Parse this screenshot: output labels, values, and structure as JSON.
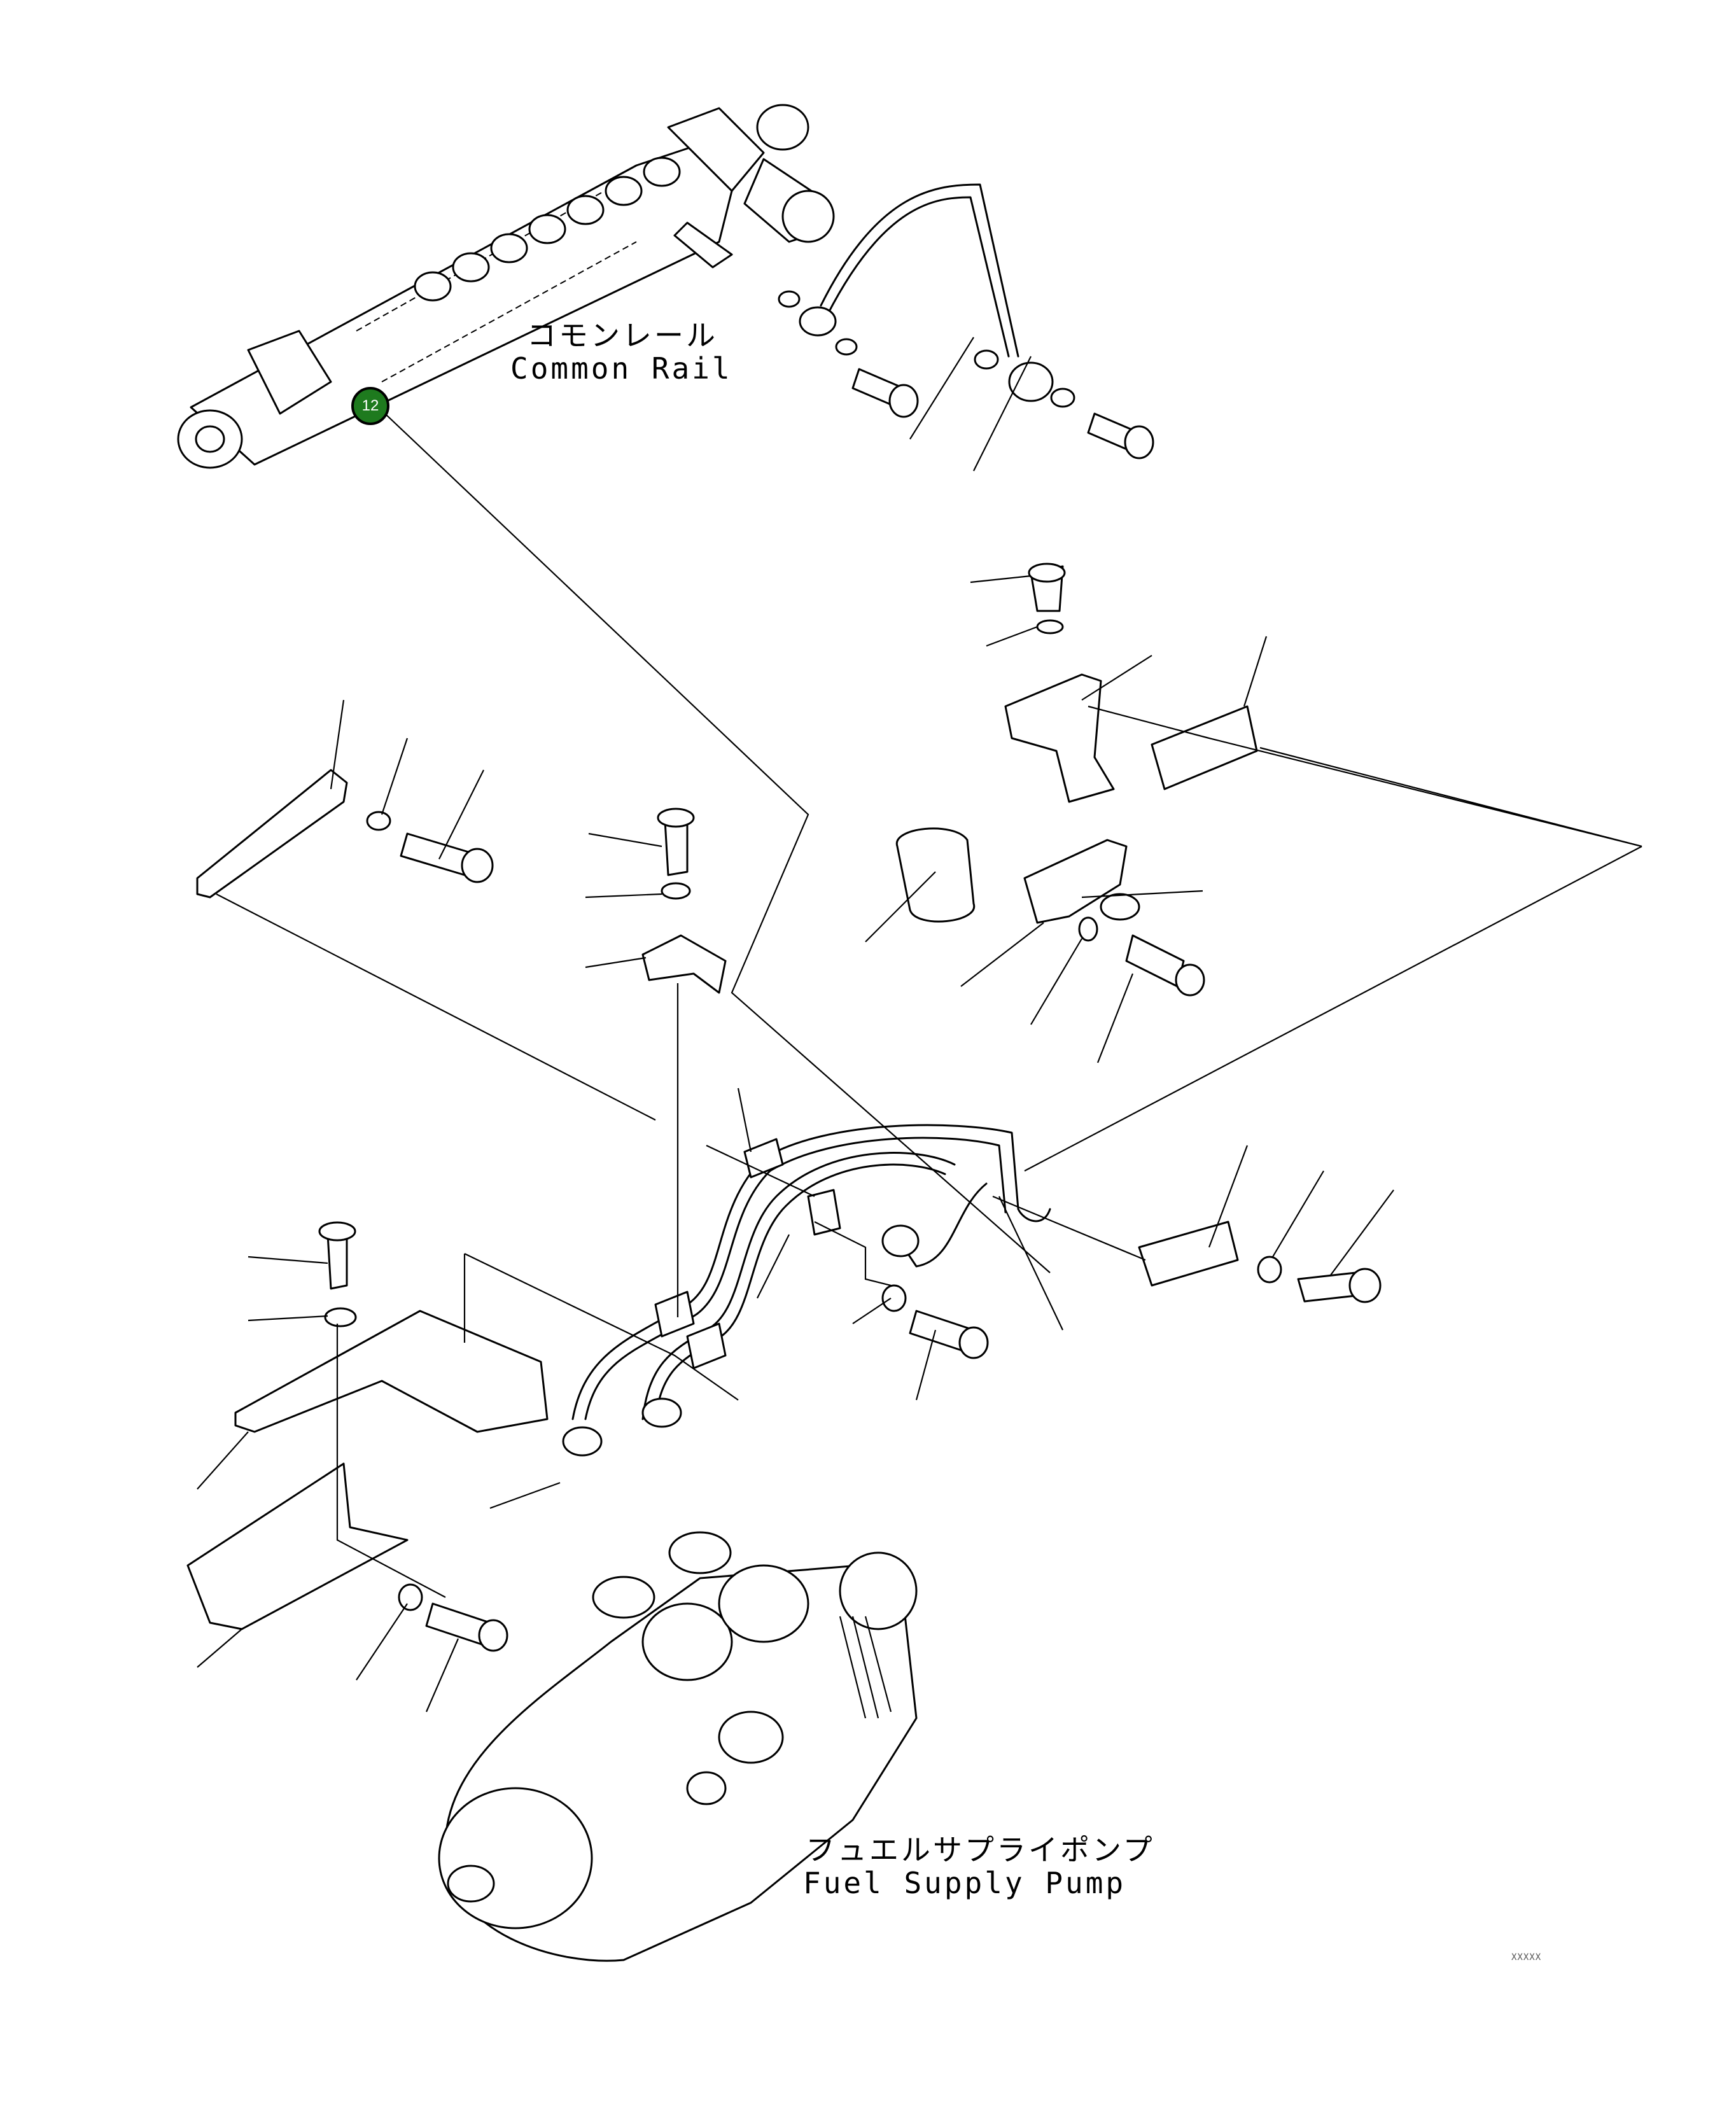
{
  "labels": {
    "common_rail_jp": "コモンレール",
    "common_rail_en": "Common Rail",
    "pump_jp": "フュエルサプライポンプ",
    "pump_en": "Fuel Supply Pump"
  },
  "callout": {
    "number": "12",
    "color": "#1e7a1e"
  },
  "drawing_code": "ХХХХХ"
}
